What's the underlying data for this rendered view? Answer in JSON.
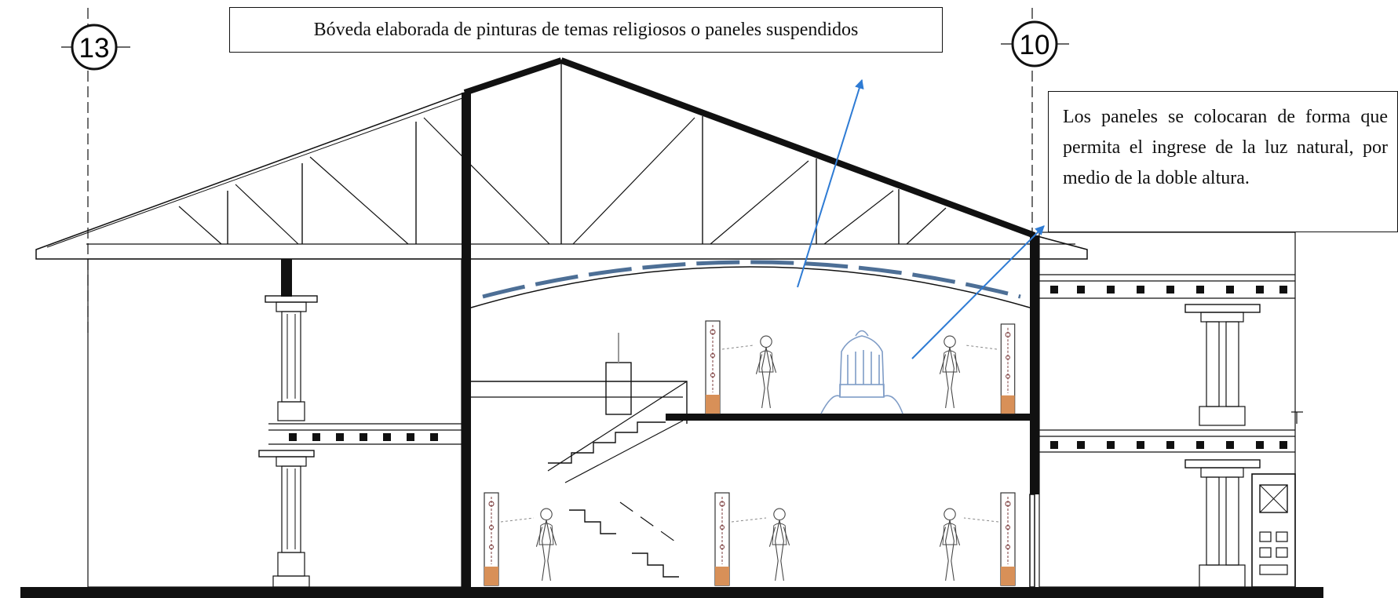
{
  "grid_axes": {
    "left": "13",
    "right": "10"
  },
  "callouts": {
    "vault": "Bóveda elaborada de pinturas de temas religiosos o paneles suspendidos",
    "panels": "Los paneles se colocaran de forma que permita el ingrese de la luz natural, por medio de la doble altura."
  },
  "colors": {
    "line": "#111111",
    "arrow": "#2e7bd4",
    "panel_base": "#d89058",
    "vault_panel": "#4d6f96",
    "organ": "#7f9cc6"
  }
}
